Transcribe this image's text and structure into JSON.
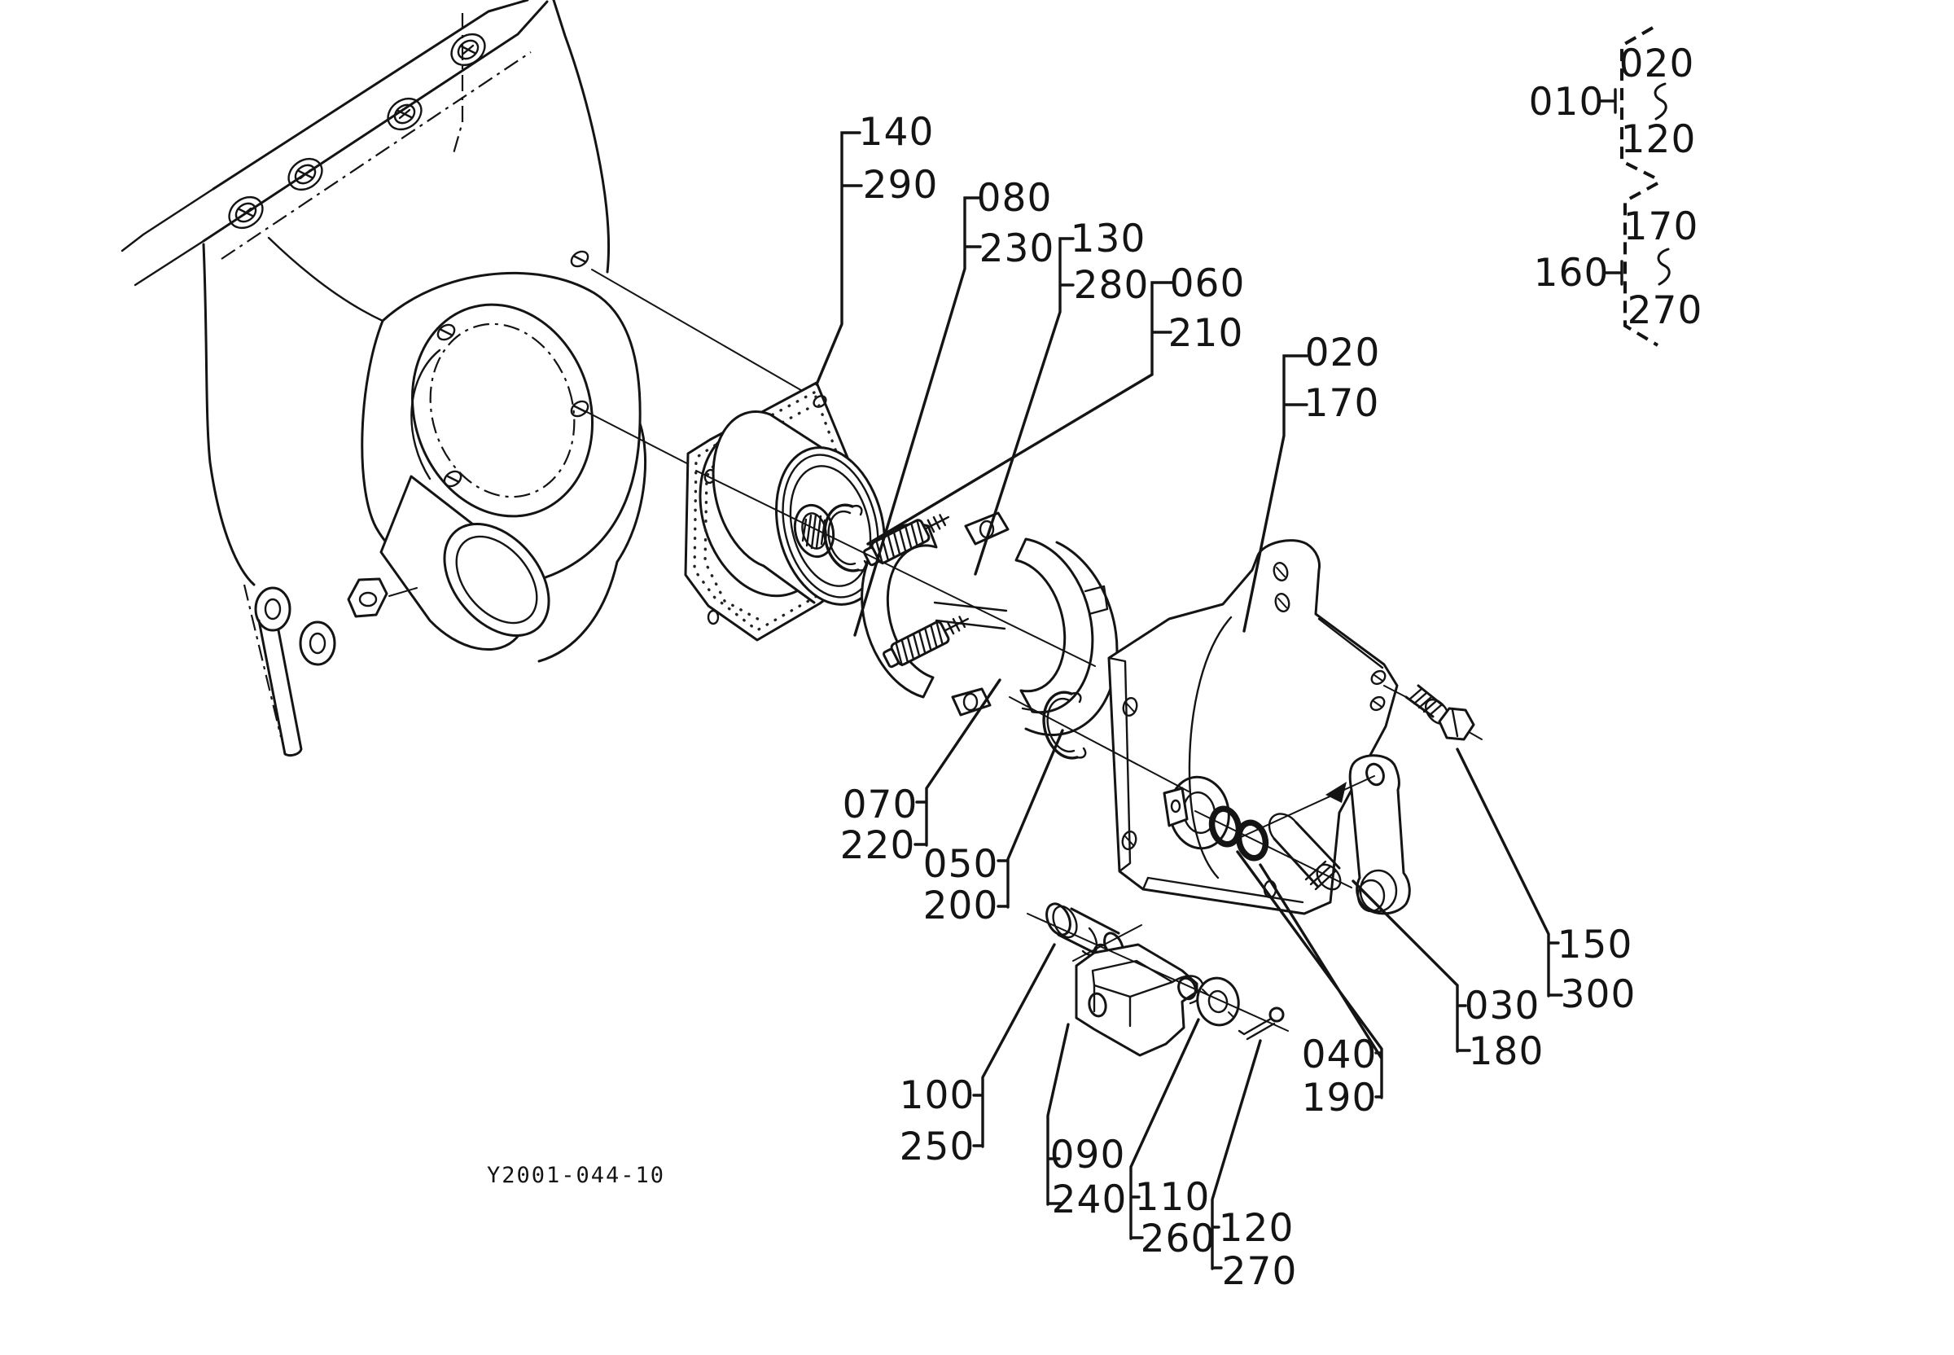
{
  "figure_code": "Y2001-044-10",
  "legend": {
    "groups": [
      {
        "assembly": "010",
        "range_from": "020",
        "range_to": "120"
      },
      {
        "assembly": "160",
        "range_from": "170",
        "range_to": "270"
      }
    ]
  },
  "callouts": [
    {
      "part": "gasket",
      "labels": [
        "140",
        "290"
      ]
    },
    {
      "part": "brake-drum",
      "labels": [
        "080",
        "230"
      ]
    },
    {
      "part": "brake-shoe-set",
      "labels": [
        "130",
        "280"
      ]
    },
    {
      "part": "snap-ring-front",
      "labels": [
        "060",
        "210"
      ]
    },
    {
      "part": "brake-case",
      "labels": [
        "020",
        "170"
      ]
    },
    {
      "part": "brake-shoes",
      "labels": [
        "070",
        "220"
      ]
    },
    {
      "part": "snap-ring-rear",
      "labels": [
        "050",
        "200"
      ]
    },
    {
      "part": "clevis-pin",
      "labels": [
        "100",
        "250"
      ]
    },
    {
      "part": "clevis",
      "labels": [
        "090",
        "240"
      ]
    },
    {
      "part": "washer",
      "labels": [
        "110",
        "260"
      ]
    },
    {
      "part": "cotter-pin",
      "labels": [
        "120",
        "270"
      ]
    },
    {
      "part": "o-rings",
      "labels": [
        "040",
        "190"
      ]
    },
    {
      "part": "brake-lever",
      "labels": [
        "030",
        "180"
      ]
    },
    {
      "part": "bolt",
      "labels": [
        "150",
        "300"
      ]
    }
  ]
}
